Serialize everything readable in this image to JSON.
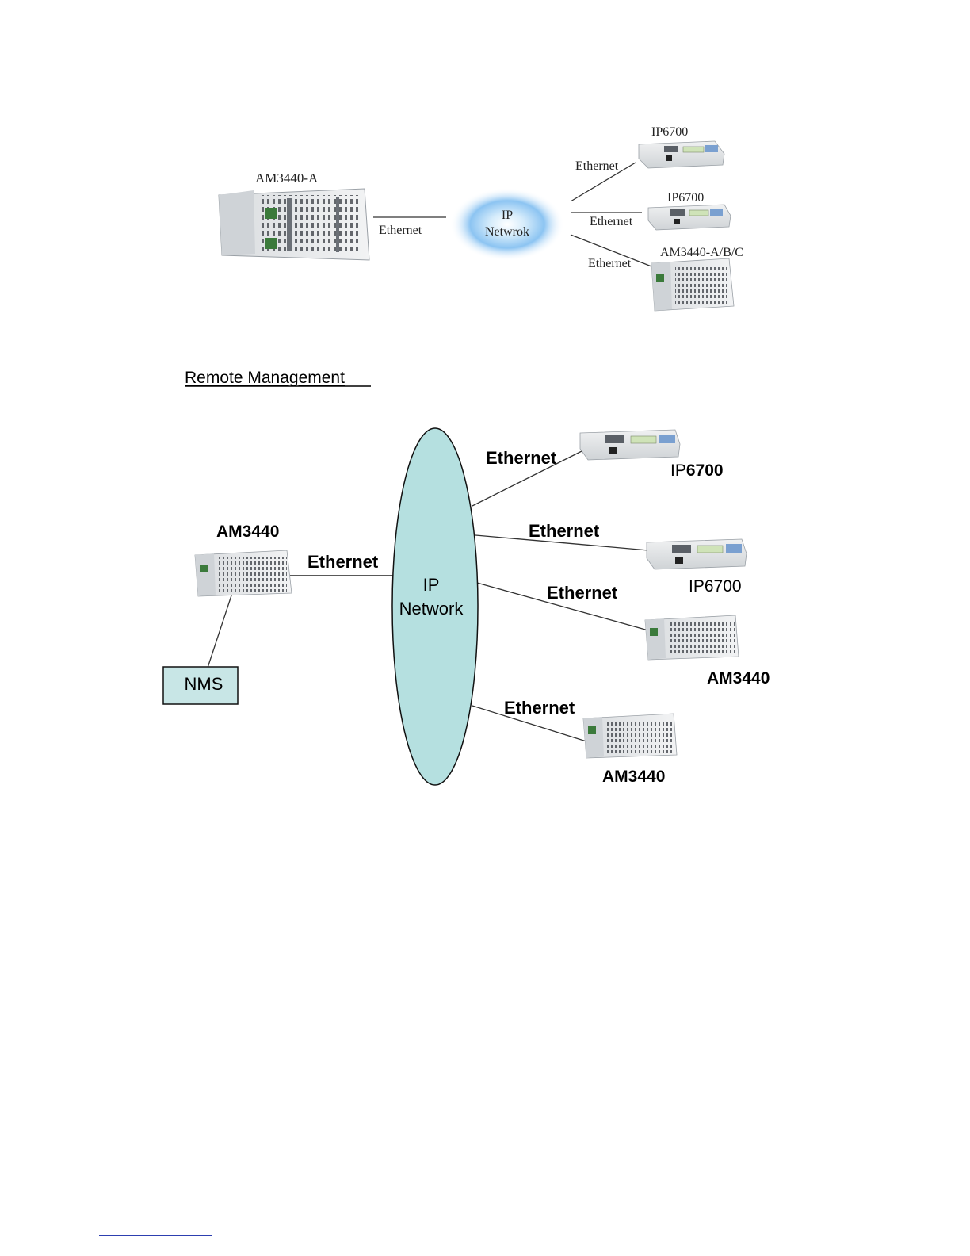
{
  "top_diagram": {
    "hub_label_line1": "IP",
    "hub_label_line2": "Netwrok",
    "source_device": "AM3440-A",
    "source_link": "Ethernet",
    "remote_1_device": "IP6700",
    "remote_1_link": "Ethernet",
    "remote_2_device": "IP6700",
    "remote_2_link": "Ethernet",
    "remote_3_device": "AM3440-A/B/C",
    "remote_3_link": "Ethernet"
  },
  "section_heading": "Remote Management",
  "bottom_diagram": {
    "network_label_line1": "IP",
    "network_label_line2": "Network",
    "local_device": "AM3440",
    "local_link": "Ethernet",
    "nms_label": "NMS",
    "remote_1_device_prefix": "IP",
    "remote_1_device_suffix": "6700",
    "remote_1_link": "Ethernet",
    "remote_2_device": "IP6700",
    "remote_2_link": "Ethernet",
    "remote_3_device": "AM3440",
    "remote_3_link": "Ethernet",
    "remote_4_device": "AM3440",
    "remote_4_link": "Ethernet"
  },
  "colors": {
    "ellipse_fill": "#b5e0e0",
    "nms_fill": "#c8e6e6",
    "cloud_glow": "#5aa9ec",
    "device_body": "#e3e6e8",
    "device_panel": "#c9ccd0",
    "lcd": "#cfe3b8",
    "footnote_rule": "#2d3fb0"
  }
}
